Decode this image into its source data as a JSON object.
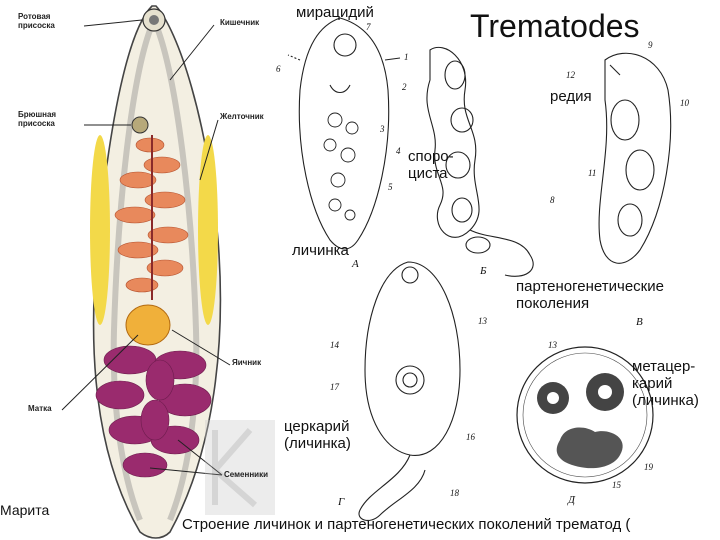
{
  "title": "Trematodes",
  "caption": "Строение личинок и партеногенетических поколений трематод (",
  "left_labels": {
    "oral_sucker": [
      "Ротовая",
      "присоска"
    ],
    "ventral_sucker": [
      "Брюшная",
      "присоска"
    ],
    "uterus": "Матка",
    "intestine": "Кишечник",
    "vitellaria": "Желточник",
    "ovary": "Яичник",
    "testes": "Семенники",
    "marita": "Марита"
  },
  "stage_labels": {
    "miracidium": "мирацидий",
    "redia": "редия",
    "sporocyst": [
      "споро-",
      "циста"
    ],
    "larva": "личинка",
    "parthenogenetic": [
      "партеногенетические",
      "поколения"
    ],
    "metacercaria": [
      "метацер-",
      "карий",
      "(личинка)"
    ],
    "cercaria": [
      "церкарий",
      "(личинка)"
    ]
  },
  "figure_letters": {
    "a": "А",
    "b": "Б",
    "v": "В",
    "g": "Г",
    "d": "Д"
  },
  "numbers": [
    "1",
    "2",
    "3",
    "4",
    "5",
    "6",
    "7",
    "8",
    "9",
    "10",
    "11",
    "12",
    "13",
    "13",
    "14",
    "15",
    "16",
    "17",
    "18",
    "19"
  ]
}
